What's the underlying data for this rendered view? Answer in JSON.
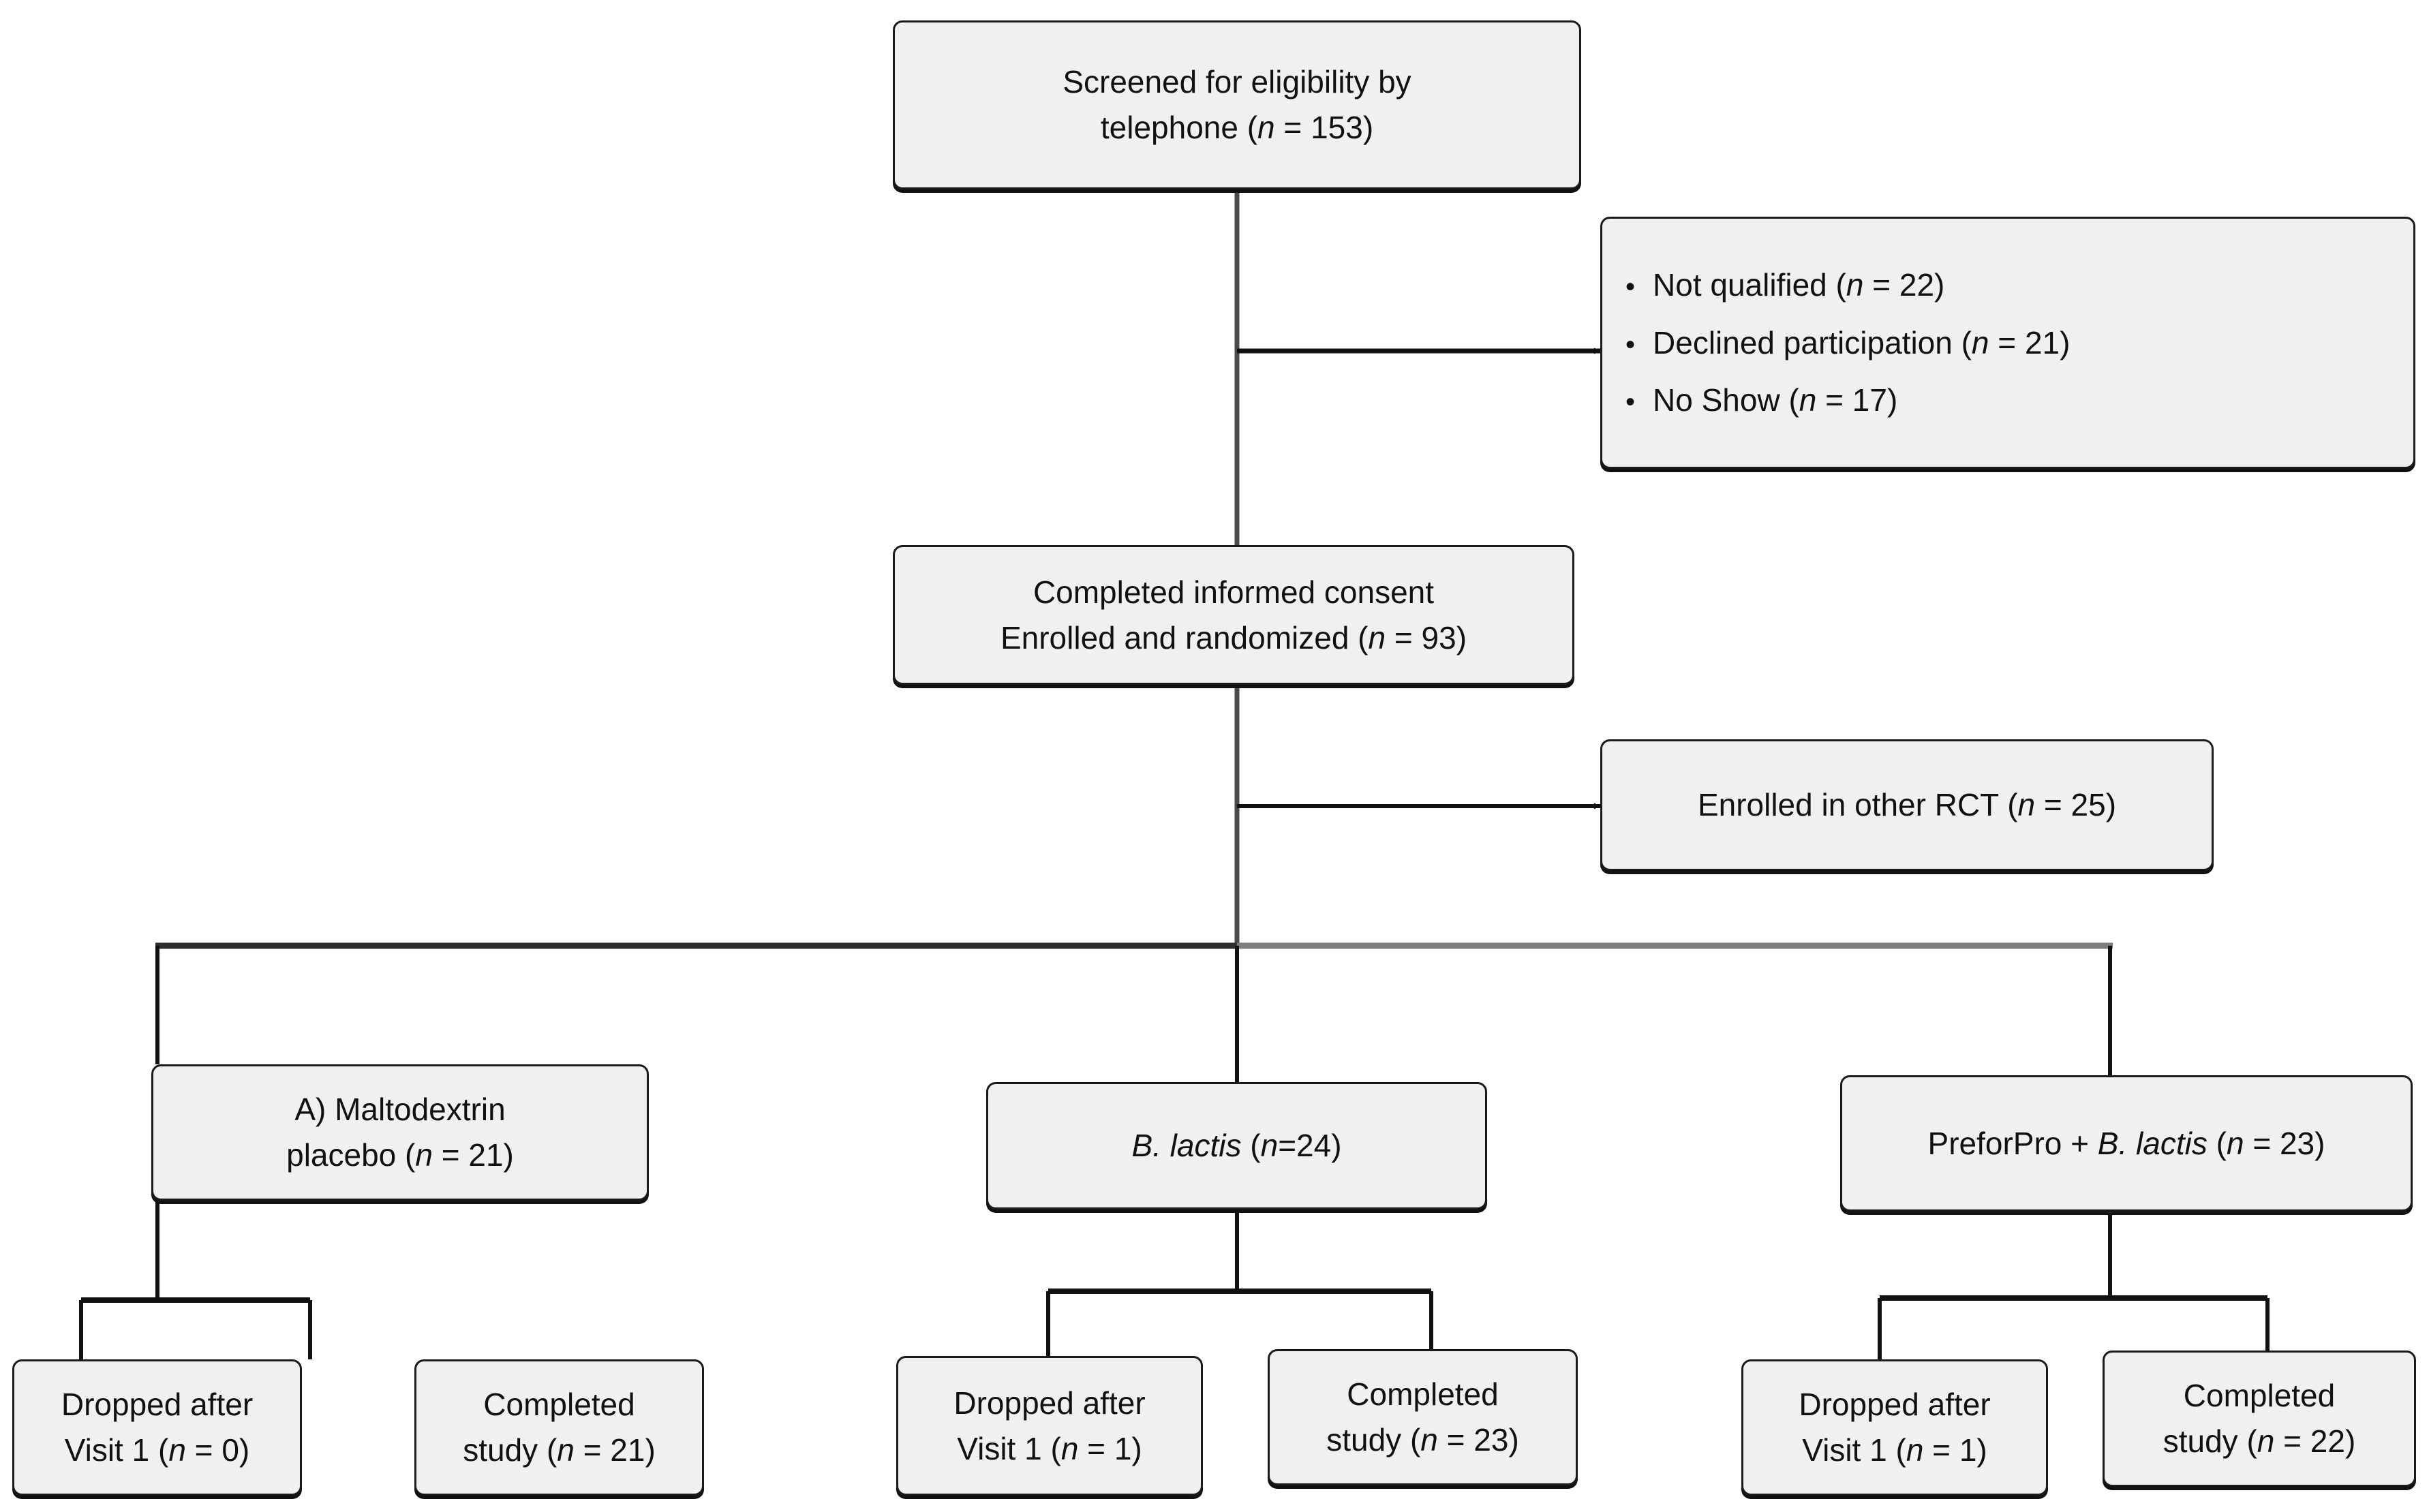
{
  "diagram": {
    "title": "CONSORT participant flow diagram",
    "type": "flowchart",
    "colors": {
      "box_fill": "#f0f0f0",
      "box_border": "#1a1a1a",
      "connector": "#111111",
      "page_background": "#ffffff"
    }
  },
  "nodes": {
    "screened": {
      "line1": "Screened for eligibility by",
      "line2_prefix": "telephone (",
      "line2_italic": "n",
      "line2_suffix": " = 153)"
    },
    "excluded": {
      "items": [
        {
          "bullet": "•",
          "label": "Not qualified (",
          "italic": "n",
          "suffix": " = 22)"
        },
        {
          "bullet": "•",
          "label": "Declined participation (",
          "italic": "n",
          "suffix": " = 21)"
        },
        {
          "bullet": "•",
          "label": "No Show (",
          "italic": "n",
          "suffix": " = 17)"
        }
      ]
    },
    "consent": {
      "line1": "Completed informed consent",
      "line2_prefix": "Enrolled and randomized (",
      "line2_italic": "n",
      "line2_suffix": " = 93)"
    },
    "other_rct": {
      "prefix": "Enrolled in other RCT (",
      "italic": "n",
      "suffix": " = 25)"
    },
    "arm_a": {
      "line1": "A) Maltodextrin",
      "line2_prefix": "placebo (",
      "line2_italic": "n",
      "line2_suffix": " = 21)"
    },
    "arm_b": {
      "italic_name": "B. lactis",
      "prefix": " (",
      "italic": "n",
      "suffix": "=24)"
    },
    "arm_c": {
      "prefix": "PreforPro + ",
      "italic_name": "B. lactis",
      "mid": " (",
      "italic": "n",
      "suffix": " = 23)"
    },
    "a_dropped": {
      "line1": "Dropped after",
      "line2_prefix": "Visit 1 (",
      "line2_italic": "n",
      "line2_suffix": " = 0)"
    },
    "a_completed": {
      "line1": "Completed",
      "line2_prefix": "study (",
      "line2_italic": "n",
      "line2_suffix": " = 21)"
    },
    "b_dropped": {
      "line1": "Dropped after",
      "line2_prefix": "Visit 1 (",
      "line2_italic": "n",
      "line2_suffix": " = 1)"
    },
    "b_completed": {
      "line1": "Completed",
      "line2_prefix": "study (",
      "line2_italic": "n",
      "line2_suffix": " = 23)"
    },
    "c_dropped": {
      "line1": "Dropped after",
      "line2_prefix": "Visit 1 (",
      "line2_italic": "n",
      "line2_suffix": " = 1)"
    },
    "c_completed": {
      "line1": "Completed",
      "line2_prefix": "study (",
      "line2_italic": "n",
      "line2_suffix": " = 22)"
    }
  },
  "chart_data": {
    "type": "flow",
    "title": "CONSORT participant flow diagram",
    "stages": [
      {
        "id": "screened",
        "label": "Screened for eligibility by telephone",
        "n": 153
      },
      {
        "id": "excluded-not-qualified",
        "label": "Not qualified",
        "n": 22
      },
      {
        "id": "excluded-declined",
        "label": "Declined participation",
        "n": 21
      },
      {
        "id": "excluded-no-show",
        "label": "No Show",
        "n": 17
      },
      {
        "id": "consent",
        "label": "Completed informed consent Enrolled and randomized",
        "n": 93
      },
      {
        "id": "other-rct",
        "label": "Enrolled in other RCT",
        "n": 25
      },
      {
        "id": "arm-a",
        "label": "A) Maltodextrin placebo",
        "n": 21
      },
      {
        "id": "arm-b",
        "label": "B. lactis",
        "n": 24
      },
      {
        "id": "arm-c",
        "label": "PreforPro + B. lactis",
        "n": 23
      },
      {
        "id": "arm-a-dropped",
        "label": "Dropped after Visit 1",
        "n": 0
      },
      {
        "id": "arm-a-completed",
        "label": "Completed study",
        "n": 21
      },
      {
        "id": "arm-b-dropped",
        "label": "Dropped after Visit 1",
        "n": 1
      },
      {
        "id": "arm-b-completed",
        "label": "Completed study",
        "n": 23
      },
      {
        "id": "arm-c-dropped",
        "label": "Dropped after Visit 1",
        "n": 1
      },
      {
        "id": "arm-c-completed",
        "label": "Completed study",
        "n": 22
      }
    ],
    "edges": [
      {
        "from": "screened",
        "to": "excluded-not-qualified",
        "kind": "arrow"
      },
      {
        "from": "screened",
        "to": "consent",
        "kind": "line"
      },
      {
        "from": "consent",
        "to": "other-rct",
        "kind": "arrow"
      },
      {
        "from": "consent",
        "to": "arm-a",
        "kind": "line"
      },
      {
        "from": "consent",
        "to": "arm-b",
        "kind": "line"
      },
      {
        "from": "consent",
        "to": "arm-c",
        "kind": "line"
      },
      {
        "from": "arm-a",
        "to": "arm-a-dropped",
        "kind": "line"
      },
      {
        "from": "arm-a",
        "to": "arm-a-completed",
        "kind": "line"
      },
      {
        "from": "arm-b",
        "to": "arm-b-dropped",
        "kind": "line"
      },
      {
        "from": "arm-b",
        "to": "arm-b-completed",
        "kind": "line"
      },
      {
        "from": "arm-c",
        "to": "arm-c-dropped",
        "kind": "line"
      },
      {
        "from": "arm-c",
        "to": "arm-c-completed",
        "kind": "line"
      }
    ]
  }
}
